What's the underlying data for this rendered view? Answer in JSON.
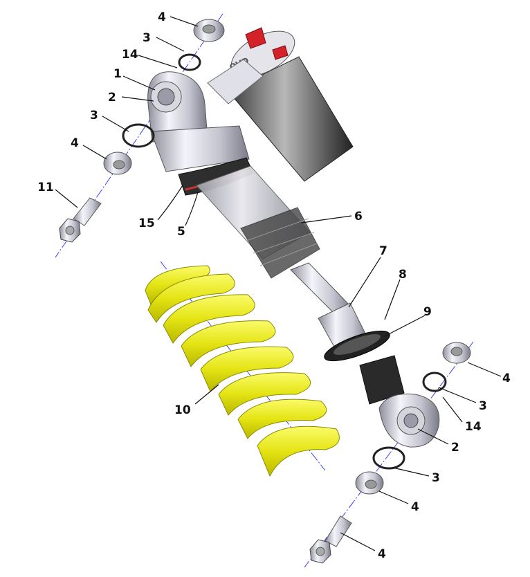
{
  "diagram": {
    "callouts": {
      "c4_top": "4",
      "c3_top": "3",
      "c14_top": "14",
      "c1": "1",
      "c2_top": "2",
      "c3_left": "3",
      "c4_left": "4",
      "c11": "11",
      "c15": "15",
      "c5": "5",
      "c6": "6",
      "c7": "7",
      "c8": "8",
      "c9": "9",
      "c10": "10",
      "c4_right": "4",
      "c3_right": "3",
      "c14_right": "14",
      "c2_bottom": "2",
      "c3_bottom": "3",
      "c4_bottom": "4",
      "c4_bolt": "4"
    },
    "reservoir_logo": "OVD",
    "colors": {
      "spring": "#e8e81c",
      "reservoir_cap": "#d4222a",
      "metal": "#c8c8d4",
      "dark": "#333333"
    }
  }
}
